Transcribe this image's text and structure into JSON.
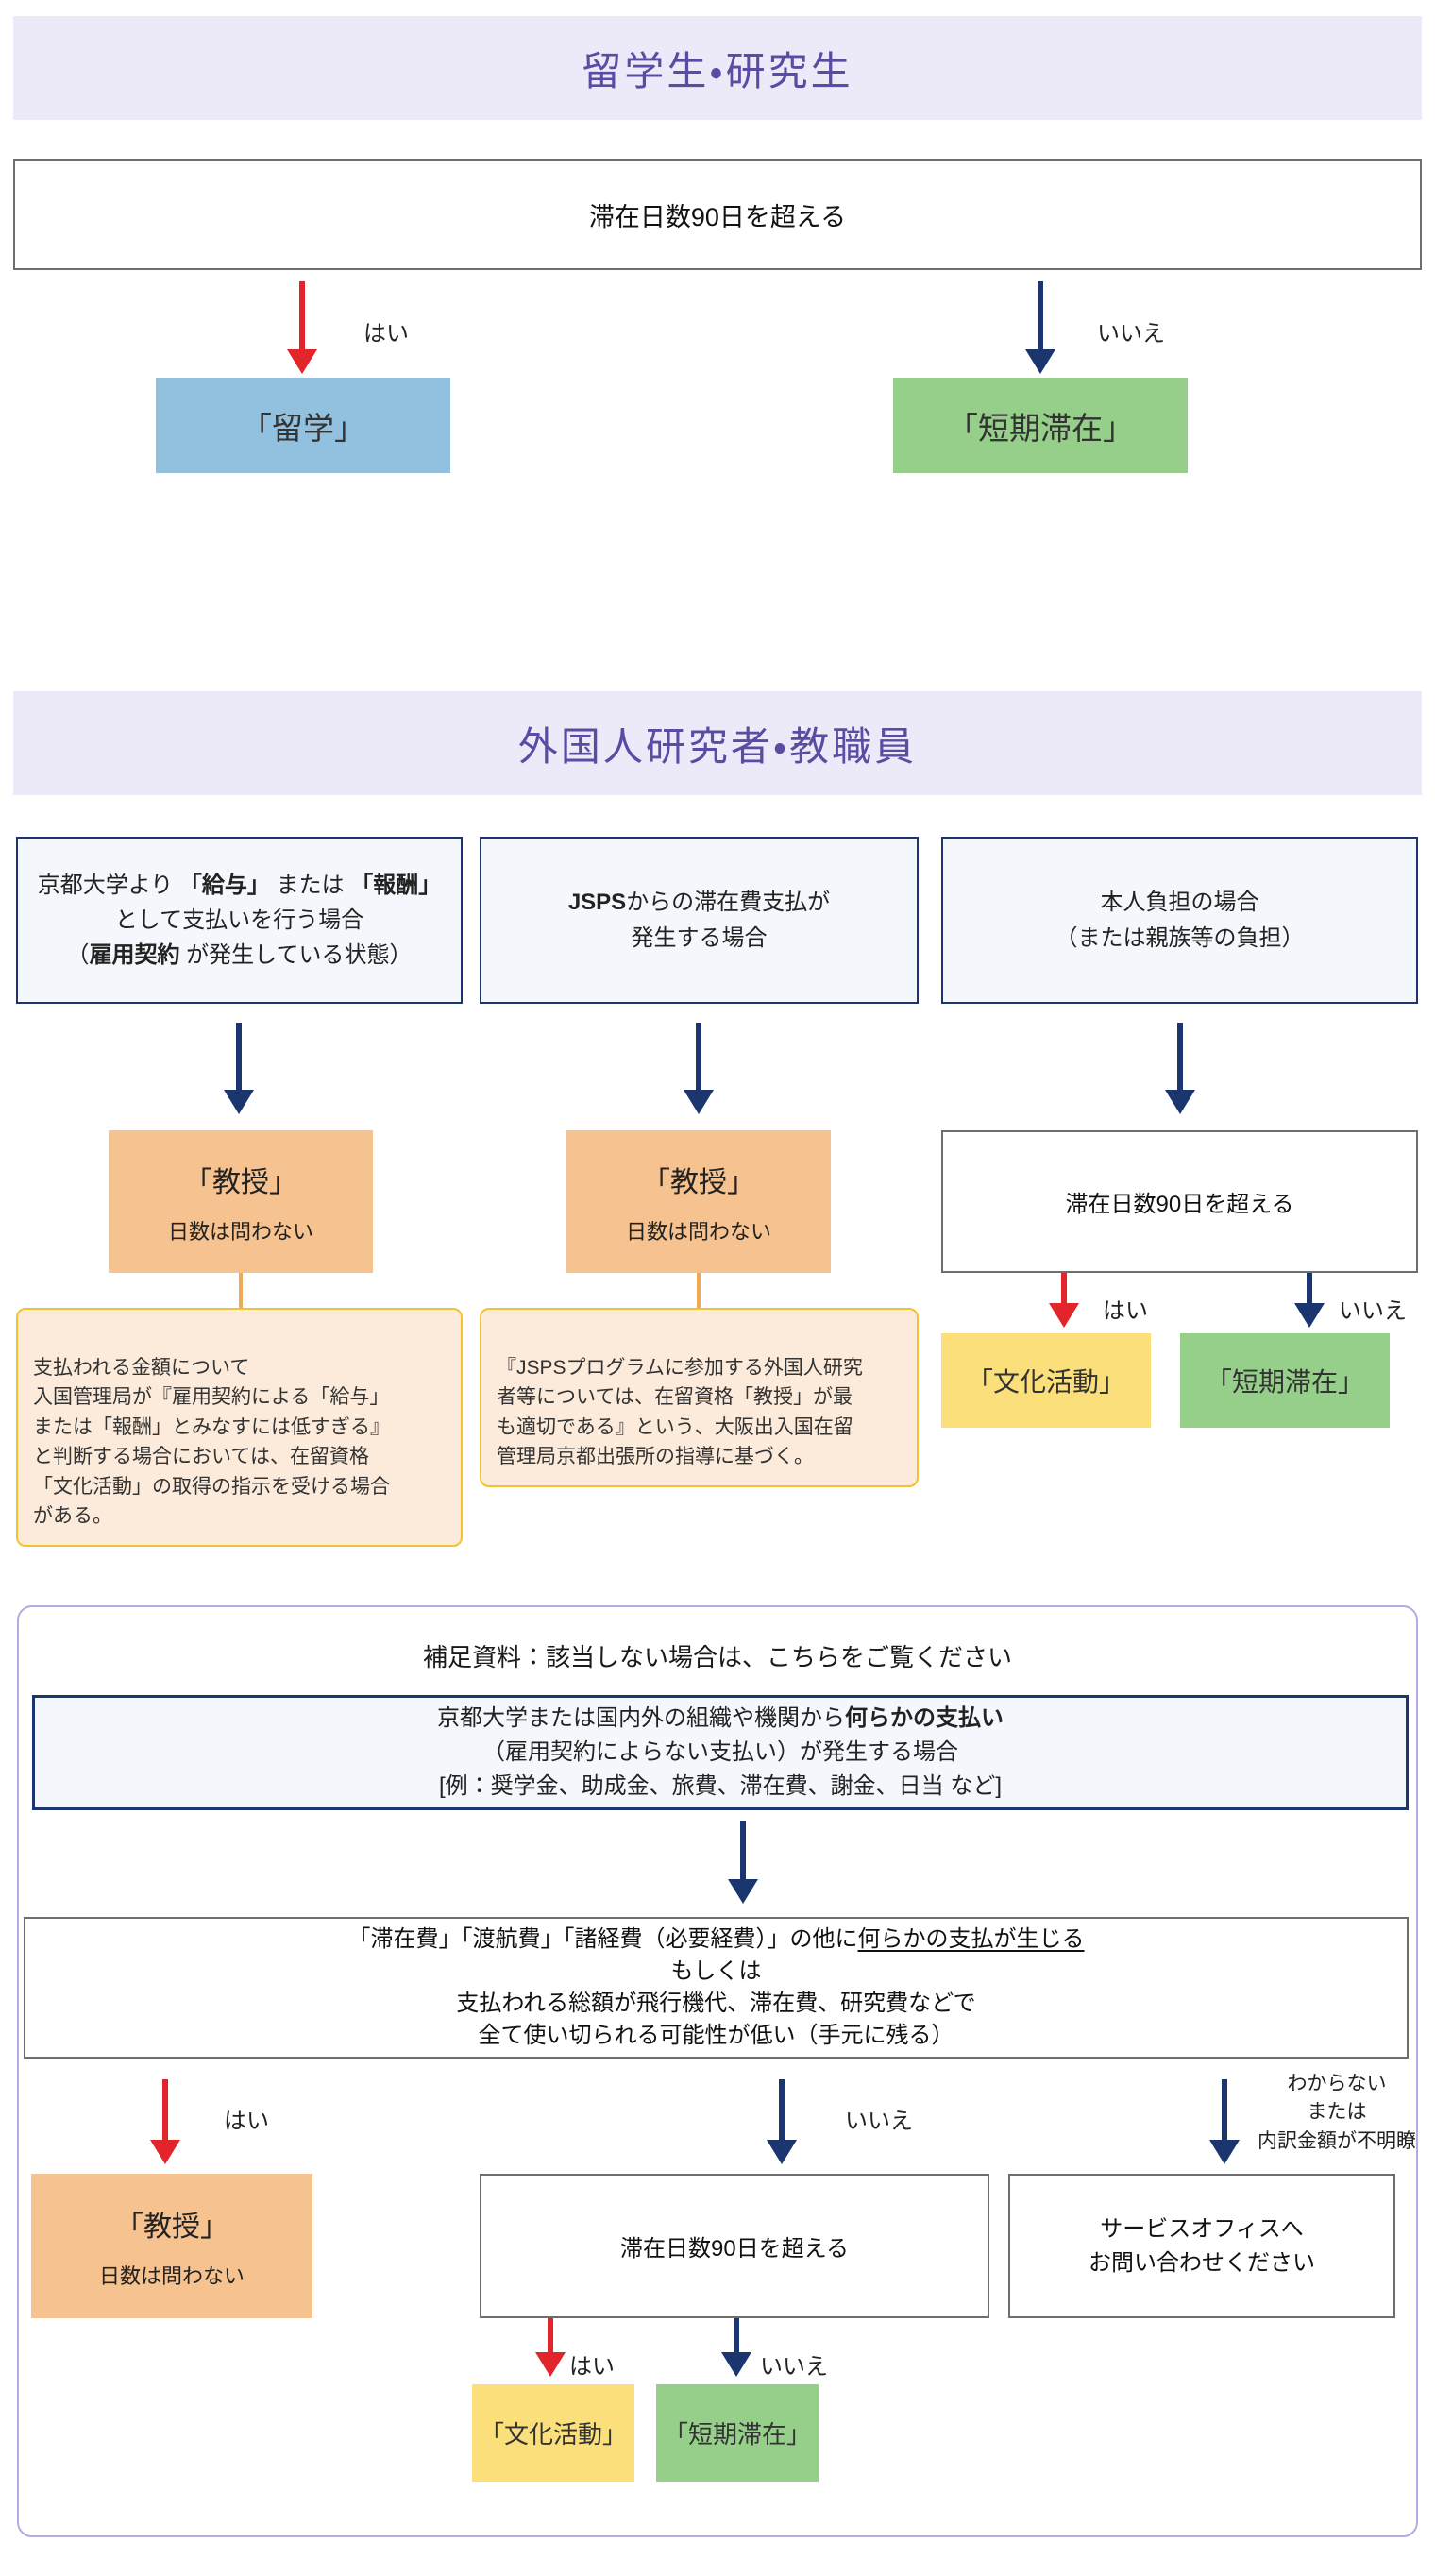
{
  "palette": {
    "header_bg": "#ECEAF8",
    "header_text": "#5B4BA2",
    "navy": "#1B356E",
    "red": "#E2242B",
    "gray_border": "#6E6E6E",
    "blue_box": "#92C0DF",
    "green_box": "#95CF8A",
    "orange_box": "#F6C28F",
    "yellow_box": "#FADF7B",
    "note_bg": "#FCEBDB",
    "note_border": "#F0C330",
    "purple_border": "#B7A9E4",
    "cond_bg": "#F4F8FC",
    "connector": "#F0A954"
  },
  "labels": {
    "yes": "はい",
    "no": "いいえ"
  },
  "section1": {
    "header": "留学生・研究生",
    "question": "滞在日数90日を超える",
    "result_yes": "「留学」",
    "result_no": "「短期滞在」"
  },
  "section2": {
    "header": "外国人研究者・教職員",
    "cond_salary": [
      [
        {
          "t": "京都大学より "
        },
        {
          "t": "「給与」",
          "b": 1
        },
        {
          "t": " または "
        },
        {
          "t": "「報酬」",
          "b": 1
        }
      ],
      [
        {
          "t": "として支払いを行う場合"
        }
      ],
      [
        {
          "t": "（"
        },
        {
          "t": "雇用契約",
          "b": 1
        },
        {
          "t": " が発生している状態）"
        }
      ]
    ],
    "cond_jsps": [
      [
        {
          "t": "JSPS",
          "b": 1
        },
        {
          "t": "からの滞在費支払が"
        }
      ],
      [
        {
          "t": "発生する場合"
        }
      ]
    ],
    "cond_self": "本人負担の場合\n（または親族等の負担）",
    "professor_title": "「教授」",
    "professor_sub": "日数は問わない",
    "question": "滞在日数90日を超える",
    "result_culture": "「文化活動」",
    "result_short": "「短期滞在」",
    "note_salary": "支払われる金額について\n入国管理局が『雇用契約による「給与」\nまたは「報酬」とみなすには低すぎる』\nと判断する場合においては、在留資格\n「文化活動」の取得の指示を受ける場合\nがある。",
    "note_jsps": "『JSPSプログラムに参加する外国人研究\n者等については、在留資格「教授」が最\nも適切である』という、大阪出入国在留\n管理局京都出張所の指導に基づく。"
  },
  "section3": {
    "title": "補足資料：該当しない場合は、こちらをご覧ください",
    "box_payment": [
      [
        {
          "t": "京都大学または国内外の組織や機関から"
        },
        {
          "t": "何らかの支払い",
          "b": 1
        }
      ],
      [
        {
          "t": "（雇用契約によらない支払い）が発生する場合"
        }
      ],
      [
        {
          "t": "[例：奨学金、助成金、旅費、滞在費、謝金、日当 など]"
        }
      ]
    ],
    "box_condition": [
      [
        {
          "t": "「滞在費」「渡航費」「諸経費（必要経費）」の他に"
        },
        {
          "t": "何らかの支払が生じる",
          "u": 1
        }
      ],
      [
        {
          "t": "もしくは"
        }
      ],
      [
        {
          "t": "支払われる総額が飛行機代、滞在費、研究費などで"
        }
      ],
      [
        {
          "t": "全て使い切られる可能性が低い（手元に残る）"
        }
      ]
    ],
    "unknown_label": "わからない\nまたは\n内訳金額が不明瞭",
    "professor_title": "「教授」",
    "professor_sub": "日数は問わない",
    "question": "滞在日数90日を超える",
    "service_office": "サービスオフィスへ\nお問い合わせください",
    "result_culture": "「文化活動」",
    "result_short": "「短期滞在」"
  }
}
